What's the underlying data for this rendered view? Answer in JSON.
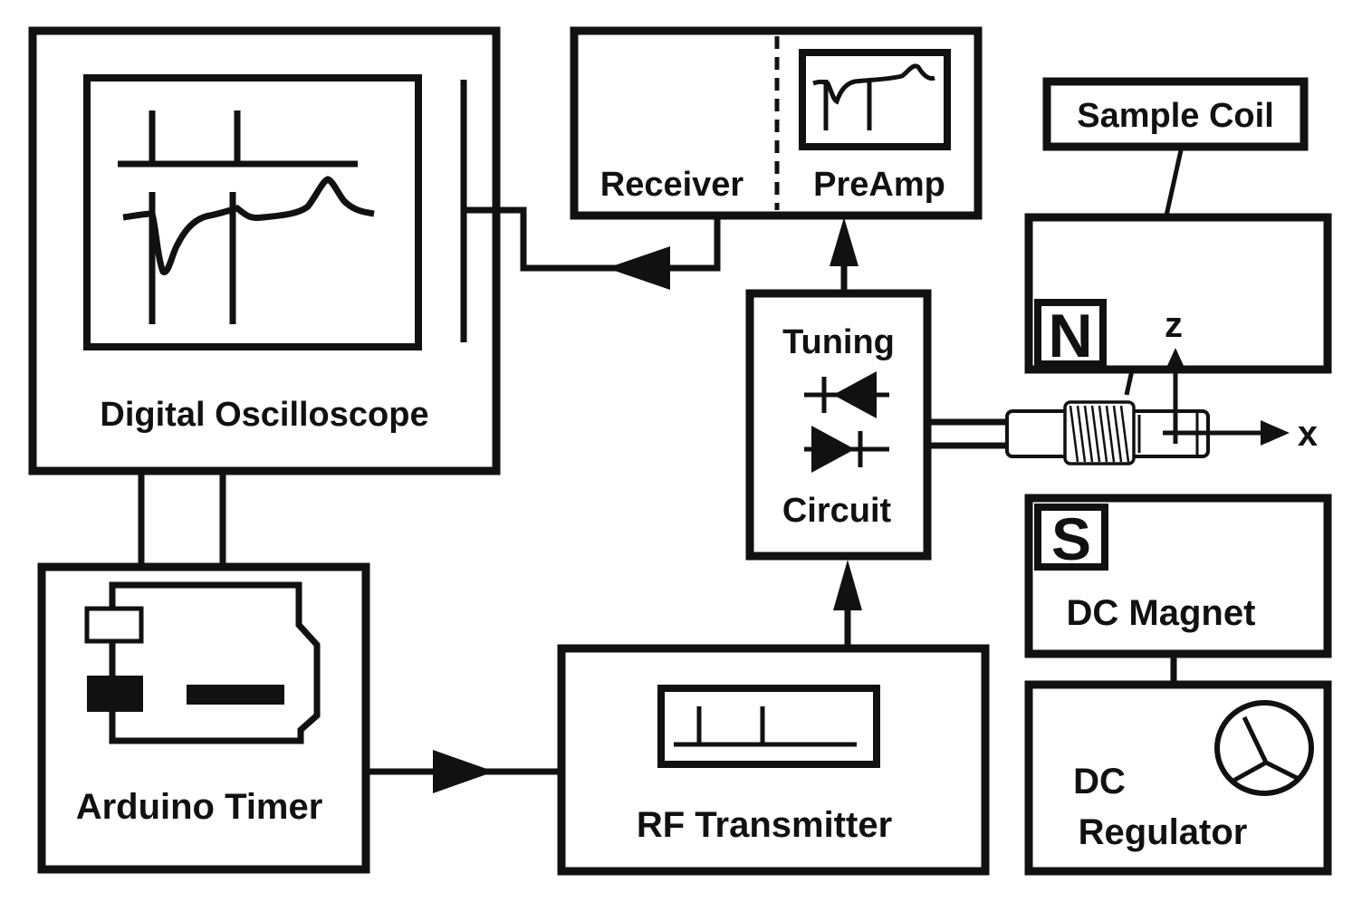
{
  "labels": {
    "oscilloscope": "Digital Oscilloscope",
    "receiver": "Receiver",
    "preamp": "PreAmp",
    "sample_coil": "Sample Coil",
    "north_pole": "N",
    "south_pole": "S",
    "axis_z": "z",
    "axis_x": "x",
    "tuning_line1": "Tuning",
    "tuning_line2": "Circuit",
    "dc_magnet": "DC Magnet",
    "arduino_timer": "Arduino Timer",
    "rf_transmitter": "RF Transmitter",
    "dc_regulator_line1": "DC",
    "dc_regulator_line2": "Regulator"
  },
  "colors": {
    "ink": "#111111",
    "background": "#ffffff"
  }
}
